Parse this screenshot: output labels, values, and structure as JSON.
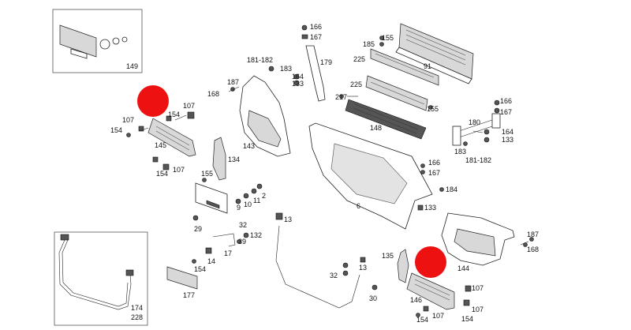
{
  "diagram": {
    "labels": {
      "l1": "166",
      "l2": "167",
      "l3": "185",
      "l4": "155",
      "l5": "225",
      "l6": "91",
      "l7": "181-182",
      "l8": "183",
      "l9": "179",
      "l10": "164",
      "l11": "133",
      "l12": "187",
      "l13": "168",
      "l14": "225",
      "l15": "217",
      "l16": "155",
      "l17": "166",
      "l18": "167",
      "l19": "149",
      "l20": "107",
      "l21": "154",
      "l22": "107",
      "l23": "154",
      "l24": "145",
      "l25": "107",
      "l26": "154",
      "l27": "143",
      "l28": "134",
      "l29": "148",
      "l30": "180",
      "l31": "164",
      "l32": "133",
      "l33": "183",
      "l34": "181-182",
      "l35": "155",
      "l36": "9",
      "l37": "10",
      "l38": "11",
      "l39": "2",
      "l40": "29",
      "l41": "166",
      "l42": "167",
      "l43": "184",
      "l44": "6",
      "l45": "133",
      "l46": "13",
      "l47": "32",
      "l48": "39",
      "l49": "132",
      "l50": "17",
      "l51": "14",
      "l52": "154",
      "l53": "177",
      "l54": "174",
      "l55": "228",
      "l56": "135",
      "l57": "144",
      "l58": "187",
      "l59": "168",
      "l60": "32",
      "l61": "13",
      "l62": "30",
      "l63": "146",
      "l64": "154",
      "l65": "107",
      "l66": "107",
      "l67": "154",
      "l68": "107"
    },
    "markers": {
      "color": "#ee1111"
    }
  }
}
